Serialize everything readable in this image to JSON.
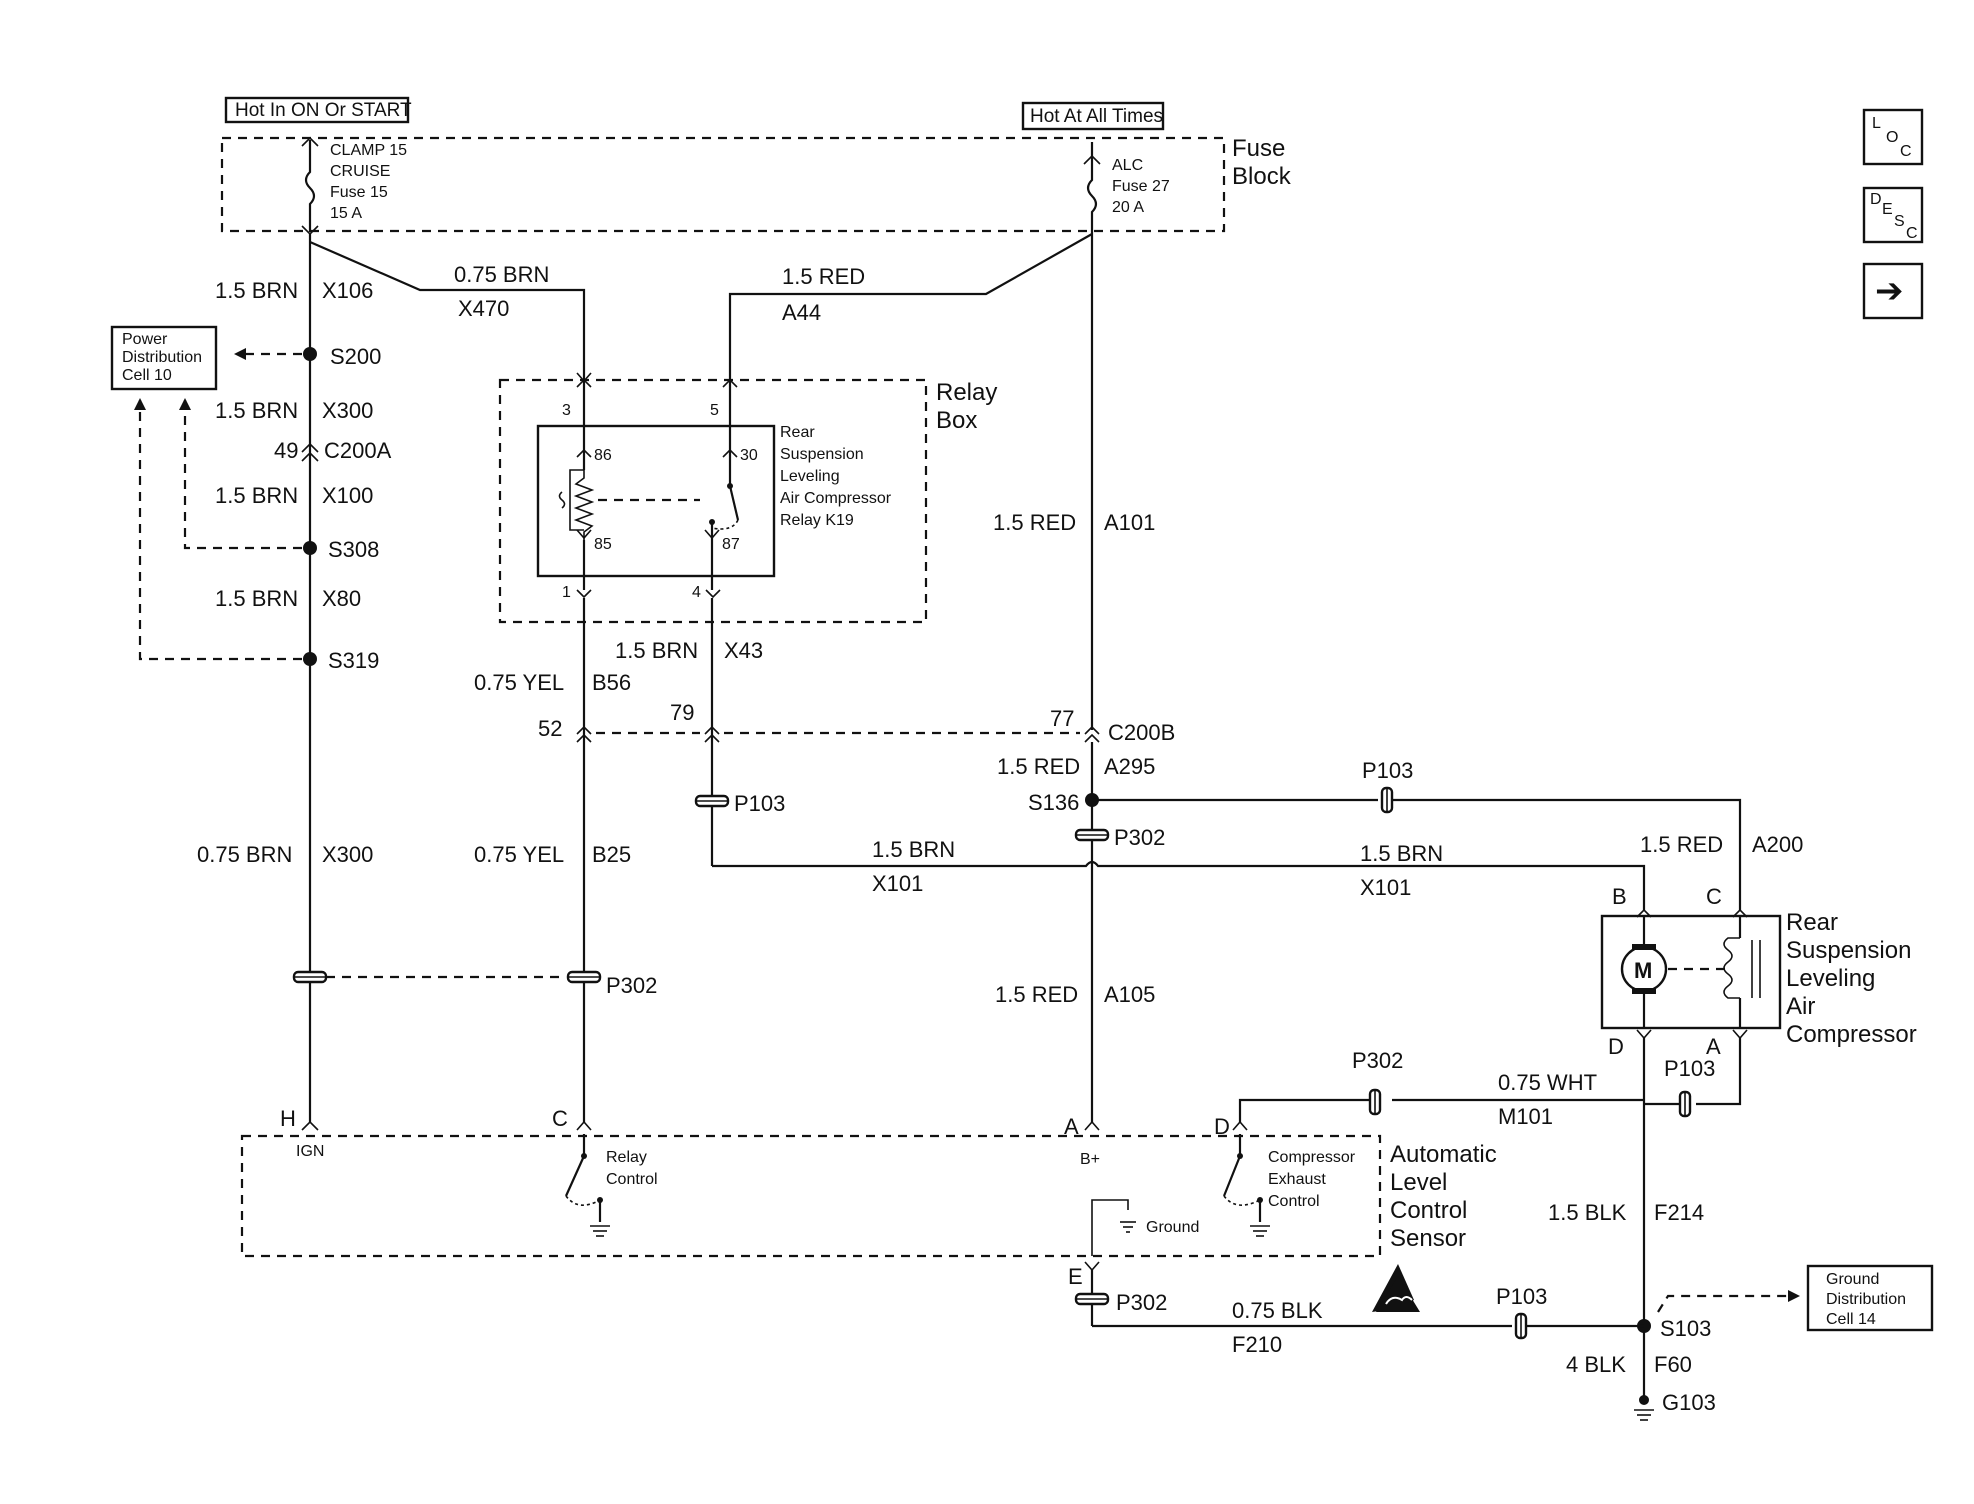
{
  "headers": {
    "hot_on_start": "Hot In ON Or START",
    "hot_all_times": "Hot At All Times"
  },
  "fuse_block": {
    "title": [
      "Fuse",
      "Block"
    ],
    "fuse15": [
      "CLAMP 15",
      "CRUISE",
      "Fuse 15",
      "15 A"
    ],
    "fuse27": [
      "ALC",
      "Fuse 27",
      "20 A"
    ]
  },
  "power_dist": [
    "Power",
    "Distribution",
    "Cell 10"
  ],
  "ground_dist": [
    "Ground",
    "Distribution",
    "Cell 14"
  ],
  "relay_box": {
    "title": [
      "Relay",
      "Box"
    ],
    "relay_name": [
      "Rear",
      "Suspension",
      "Leveling",
      "Air Compressor",
      "Relay K19"
    ],
    "pins": {
      "p3": "3",
      "p5": "5",
      "p1": "1",
      "p4": "4",
      "t86": "86",
      "t85": "85",
      "t30": "30",
      "t87": "87"
    }
  },
  "compressor": {
    "title": [
      "Rear",
      "Suspension",
      "Leveling",
      "Air",
      "Compressor"
    ],
    "motor": "M",
    "pins": {
      "b": "B",
      "c": "C",
      "d": "D",
      "a": "A"
    }
  },
  "sensor": {
    "title": [
      "Automatic",
      "Level",
      "Control",
      "Sensor"
    ],
    "pins": {
      "h": "H",
      "c": "C",
      "a": "A",
      "d": "D",
      "e": "E"
    },
    "ign": "IGN",
    "bplus": "B+",
    "relay_control": [
      "Relay",
      "Control"
    ],
    "exhaust_control": [
      "Compressor",
      "Exhaust",
      "Control"
    ],
    "ground": "Ground"
  },
  "wires": {
    "w1": {
      "gauge": "1.5 BRN",
      "circuit": "X106"
    },
    "w2": {
      "gauge": "1.5 BRN",
      "circuit": "X300"
    },
    "w3": {
      "gauge": "1.5 BRN",
      "circuit": "X100"
    },
    "w4": {
      "gauge": "1.5 BRN",
      "circuit": "X80"
    },
    "w5": {
      "gauge": "0.75 BRN",
      "circuit": "X300"
    },
    "w6": {
      "gauge": "0.75 BRN",
      "circuit": "X470"
    },
    "w7": {
      "gauge": "1.5 RED",
      "circuit": "A44"
    },
    "w8": {
      "gauge": "1.5 RED",
      "circuit": "A101"
    },
    "w9": {
      "gauge": "1.5 BRN",
      "circuit": "X43"
    },
    "w10": {
      "gauge": "0.75 YEL",
      "circuit": "B56"
    },
    "w11": {
      "gauge": "0.75 YEL",
      "circuit": "B25"
    },
    "w12": {
      "gauge": "1.5 RED",
      "circuit": "A295"
    },
    "w13": {
      "gauge": "1.5 BRN",
      "circuit": "X101"
    },
    "w14": {
      "gauge": "1.5 BRN",
      "circuit": "X101"
    },
    "w15": {
      "gauge": "1.5  RED",
      "circuit": "A200"
    },
    "w16": {
      "gauge": "1.5 RED",
      "circuit": "A105"
    },
    "w17": {
      "gauge": "0.75 WHT",
      "circuit": "M101"
    },
    "w18": {
      "gauge": "1.5 BLK",
      "circuit": "F214"
    },
    "w19": {
      "gauge": "0.75 BLK",
      "circuit": "F210"
    },
    "w20": {
      "gauge": "4 BLK",
      "circuit": "F60"
    }
  },
  "splices": {
    "s200": "S200",
    "s308": "S308",
    "s319": "S319",
    "s136": "S136",
    "s103": "S103",
    "g103": "G103"
  },
  "connectors": {
    "c200a": {
      "name": "C200A",
      "pin": "49"
    },
    "c200b": {
      "name": "C200B",
      "pin77": "77",
      "pin79": "79",
      "pin52": "52"
    },
    "p103": "P103",
    "p302": "P302"
  },
  "nav": {
    "loc": [
      "L",
      "O",
      "C"
    ],
    "desc": [
      "D",
      "E",
      "S",
      "C"
    ],
    "next": "➔"
  }
}
